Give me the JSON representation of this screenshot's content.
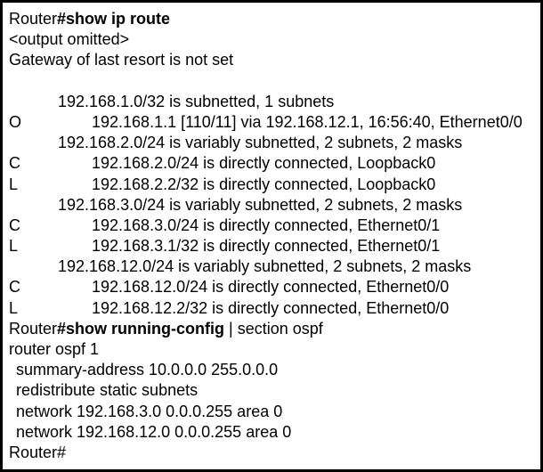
{
  "window": {
    "background": "#ffffff",
    "border_color": "#000000",
    "text_color": "#000000"
  },
  "terminal": {
    "lines": [
      {
        "type": "command",
        "indent": "none",
        "prompt": "Router",
        "command": "#show ip route",
        "suffix": ""
      },
      {
        "type": "text",
        "indent": "none",
        "code": "",
        "text": "<output omitted>"
      },
      {
        "type": "text",
        "indent": "none",
        "code": "",
        "text": "Gateway of last resort is not set"
      },
      {
        "type": "blank"
      },
      {
        "type": "text",
        "indent": "subnet",
        "code": "",
        "text": "192.168.1.0/32 is subnetted, 1 subnets"
      },
      {
        "type": "text",
        "indent": "route",
        "code": "O",
        "text": "192.168.1.1 [110/11] via 192.168.12.1, 16:56:40, Ethernet0/0"
      },
      {
        "type": "text",
        "indent": "subnet",
        "code": "",
        "text": "192.168.2.0/24 is variably subnetted, 2 subnets, 2 masks"
      },
      {
        "type": "text",
        "indent": "route",
        "code": "C",
        "text": "192.168.2.0/24 is directly connected, Loopback0"
      },
      {
        "type": "text",
        "indent": "route",
        "code": "L",
        "text": "192.168.2.2/32 is directly connected, Loopback0"
      },
      {
        "type": "text",
        "indent": "subnet",
        "code": "",
        "text": "192.168.3.0/24 is variably subnetted, 2 subnets, 2 masks"
      },
      {
        "type": "text",
        "indent": "route",
        "code": "C",
        "text": "192.168.3.0/24 is directly connected, Ethernet0/1"
      },
      {
        "type": "text",
        "indent": "route",
        "code": "L",
        "text": "192.168.3.1/32 is directly connected, Ethernet0/1"
      },
      {
        "type": "text",
        "indent": "subnet",
        "code": "",
        "text": "192.168.12.0/24 is variably subnetted, 2 subnets, 2 masks"
      },
      {
        "type": "text",
        "indent": "route",
        "code": "C",
        "text": "192.168.12.0/24 is directly connected, Ethernet0/0"
      },
      {
        "type": "text",
        "indent": "route",
        "code": "L",
        "text": "192.168.12.2/32 is directly connected, Ethernet0/0"
      },
      {
        "type": "command",
        "indent": "none",
        "prompt": "Router",
        "command": "#show running-config",
        "suffix": " | section ospf"
      },
      {
        "type": "text",
        "indent": "none",
        "code": "",
        "text": "router ospf 1"
      },
      {
        "type": "text",
        "indent": "config",
        "code": "",
        "text": "summary-address 10.0.0.0 255.0.0.0"
      },
      {
        "type": "text",
        "indent": "config",
        "code": "",
        "text": "redistribute static subnets"
      },
      {
        "type": "text",
        "indent": "config",
        "code": "",
        "text": "network 192.168.3.0 0.0.0.255 area 0"
      },
      {
        "type": "text",
        "indent": "config",
        "code": "",
        "text": "network 192.168.12.0 0.0.0.255 area 0"
      },
      {
        "type": "text",
        "indent": "none",
        "code": "",
        "text": "Router#"
      }
    ]
  }
}
